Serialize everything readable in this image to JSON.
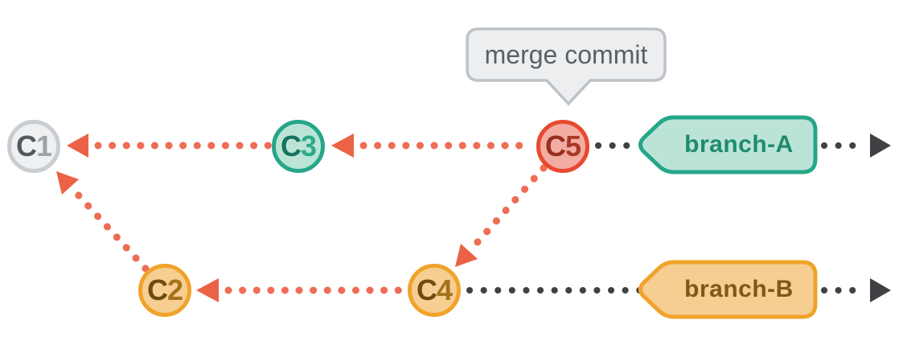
{
  "palette": {
    "salmon_dotted": "#EE6D55",
    "salmon_arrowhead": "#EC6246",
    "charcoal": "#3F4144",
    "teal_border": "#26A689",
    "teal_fill": "#BBE4D7",
    "teal_text": "#1E8B6E",
    "orange_border": "#F0A32B",
    "orange_fill": "#F6CE92",
    "orange_text": "#7F5814",
    "red_border": "#E8492F",
    "red_fill": "#F2ACA1",
    "gray_border": "#C8CDD2",
    "gray_fill": "#EEF0F2",
    "callout_fill": "#EDEEF0",
    "callout_border": "#BDC3C8",
    "callout_text": "#5B6064"
  },
  "callout": {
    "label": "merge commit"
  },
  "commits": [
    {
      "id": "C1",
      "prefix": "C",
      "digit": "1"
    },
    {
      "id": "C2",
      "prefix": "C",
      "digit": "2"
    },
    {
      "id": "C3",
      "prefix": "C",
      "digit": "3"
    },
    {
      "id": "C4",
      "prefix": "C",
      "digit": "4"
    },
    {
      "id": "C5",
      "prefix": "C",
      "digit": "5"
    }
  ],
  "branches": [
    {
      "label": "branch-A"
    },
    {
      "label": "branch-B"
    }
  ]
}
